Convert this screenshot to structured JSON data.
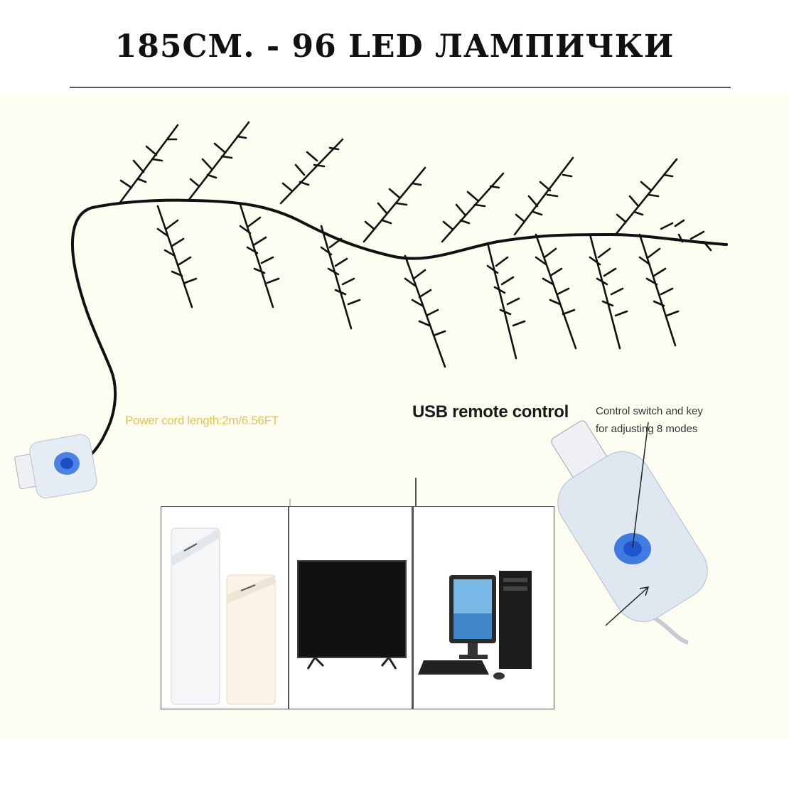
{
  "title": "185СМ. - 96 LED ЛАМПИЧКИ",
  "labels": {
    "power_cord": "Power cord length:2m/6.56FT",
    "usb_remote": "USB remote control",
    "control_switch": "Control switch and key\nfor adjusting 8 modes"
  },
  "devices": [
    "power-bank",
    "tv",
    "desktop-computer"
  ],
  "colors": {
    "wire": "#111111",
    "cord_label": "#e6c35a",
    "usb_button": "#2f6fe0",
    "background": "#fefdf2"
  }
}
